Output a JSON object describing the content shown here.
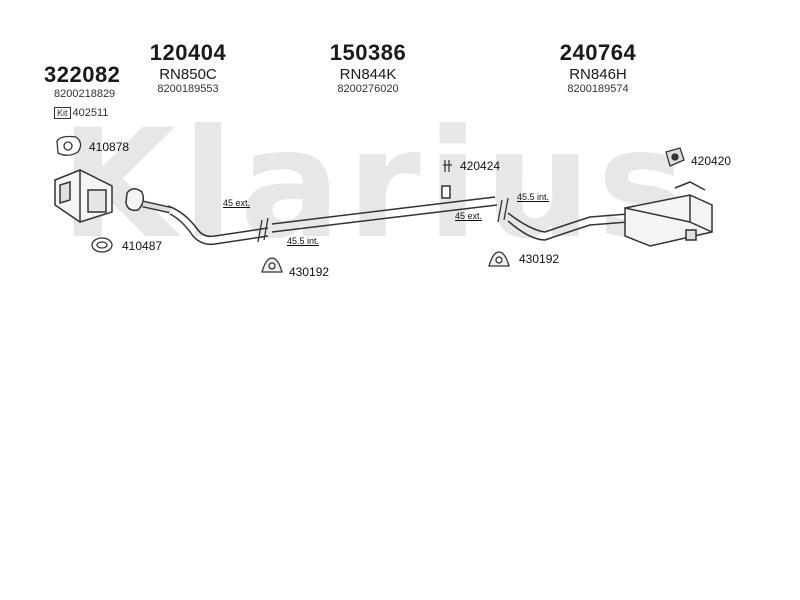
{
  "watermark": "Klarius",
  "parts": {
    "p322082": {
      "number": "322082",
      "oe": "8200218829",
      "kit_tag": "Kit",
      "kit_number": "402511"
    },
    "p120404": {
      "number": "120404",
      "code": "RN850C",
      "oe": "8200189553"
    },
    "p150386": {
      "number": "150386",
      "code": "RN844K",
      "oe": "8200276020"
    },
    "p240764": {
      "number": "240764",
      "code": "RN846H",
      "oe": "8200189574"
    }
  },
  "fittings": {
    "f410878": "410878",
    "f410487": "410487",
    "f430192_left": "430192",
    "f430192_right": "430192",
    "f420424": "420424",
    "f420420": "420420"
  },
  "dimensions": {
    "joint1_ext": "45 ext.",
    "joint1_int": "45.5 int.",
    "joint2_ext": "45 ext.",
    "joint2_int": "45.5 int."
  },
  "colors": {
    "line": "#333333",
    "watermark": "#e7e7e7"
  }
}
